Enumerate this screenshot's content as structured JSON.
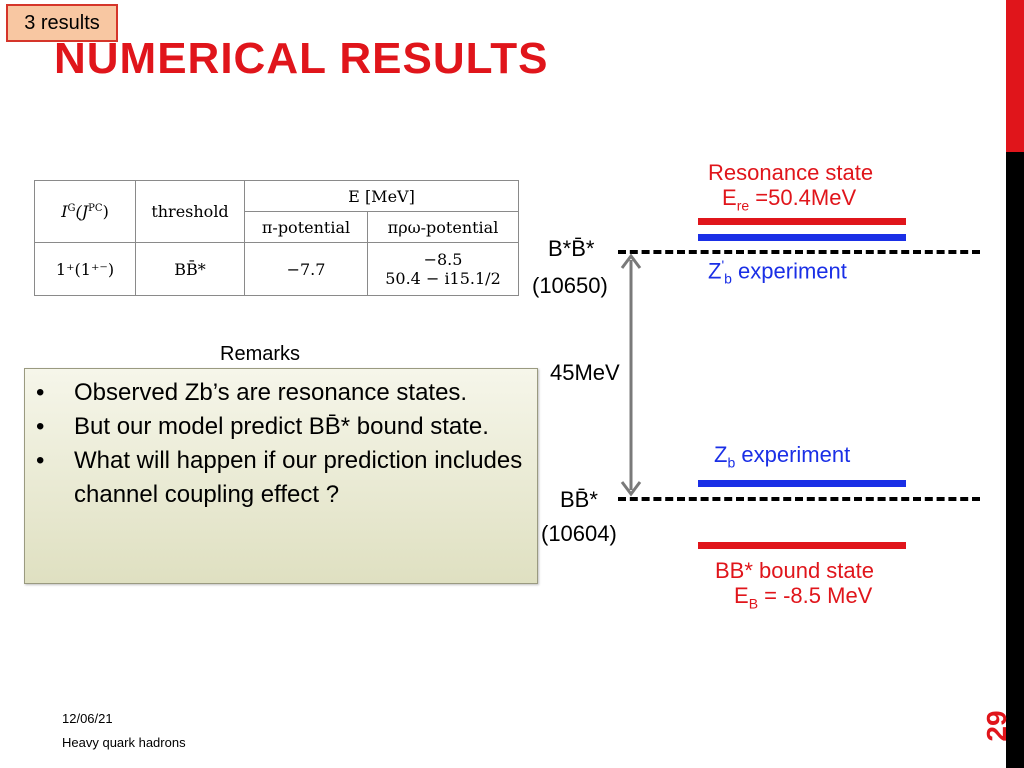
{
  "header": {
    "section_tag": "3 results",
    "title": "NUMERICAL RESULTS"
  },
  "table": {
    "col_quantum": "I",
    "col_quantum_sup": "G",
    "col_quantum_paren": "(J",
    "col_quantum_paren_sup": "PC",
    "col_quantum_close": ")",
    "col_threshold": "threshold",
    "col_energy": "E [MeV]",
    "col_pi": "π-potential",
    "col_pirhoomega": "πρω-potential",
    "row_quantum": "1⁺(1⁺⁻)",
    "row_threshold": "BB̄*",
    "row_pi": "−7.7",
    "row_pro_1": "−8.5",
    "row_pro_2": "50.4 − i15.1/2"
  },
  "remarks": {
    "label": "Remarks",
    "items": [
      "Observed Zb’s are resonance states.",
      "But our model predict BB̄* bound state.",
      "What will happen if our prediction includes channel coupling effect ?"
    ]
  },
  "diagram": {
    "resonance_title": "Resonance state",
    "resonance_e": "E",
    "resonance_e_sub": "re",
    "resonance_value": " =50.4MeV",
    "upper_threshold": "B*B̄*",
    "upper_mass": "(10650)",
    "zb_prime": "Z",
    "zb_prime_sup": "'",
    "zb_prime_sub": "b",
    "zb_prime_text": " experiment",
    "gap": "45MeV",
    "zb": "Z",
    "zb_sub": "b",
    "zb_text": " experiment",
    "lower_threshold": "BB̄*",
    "lower_mass": "(10604)",
    "bound_title": "BB* bound state",
    "bound_e": "E",
    "bound_e_sub": "B",
    "bound_value": " = -8.5 MeV",
    "colors": {
      "red": "#e0151b",
      "blue": "#1a2fe6"
    }
  },
  "footer": {
    "date": "12/06/21",
    "topic": "Heavy quark hadrons",
    "slide_number": "29"
  }
}
